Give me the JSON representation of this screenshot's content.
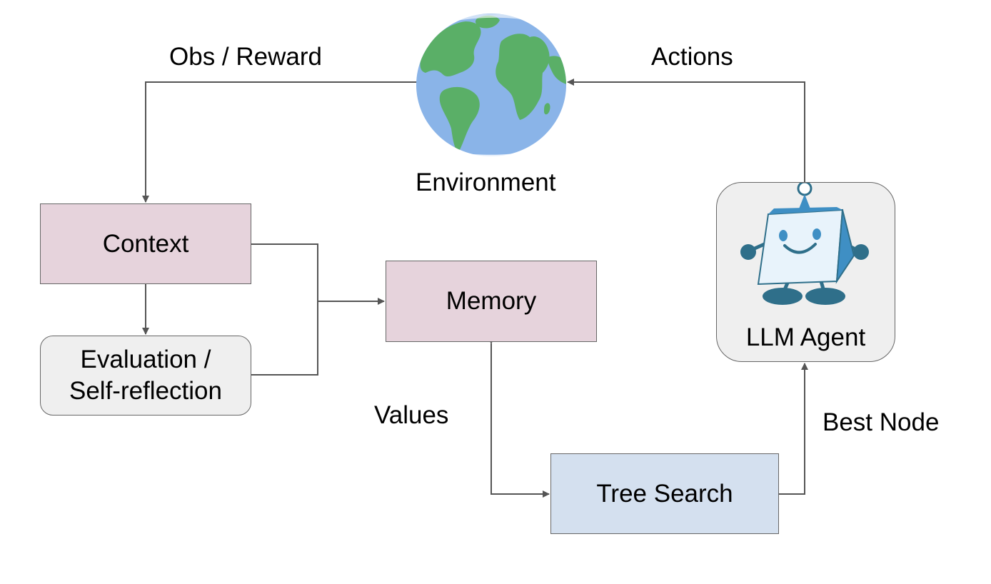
{
  "environment": {
    "label": "Environment"
  },
  "edges": {
    "obs_reward": "Obs / Reward",
    "actions": "Actions",
    "values": "Values",
    "best_node": "Best Node"
  },
  "nodes": {
    "context": "Context",
    "evaluation_line1": "Evaluation /",
    "evaluation_line2": "Self-reflection",
    "memory": "Memory",
    "tree_search": "Tree Search",
    "llm_agent": "LLM Agent"
  },
  "colors": {
    "pink_box": "#e6d3dc",
    "gray_box": "#efefef",
    "blue_box": "#d4e0ef",
    "ocean": "#8ab4e8",
    "land": "#5aaf67",
    "robot_blue": "#3f8fc4",
    "robot_dark": "#2f6f8a",
    "line": "#555555"
  },
  "icons": [
    "globe-icon",
    "robot-icon"
  ]
}
